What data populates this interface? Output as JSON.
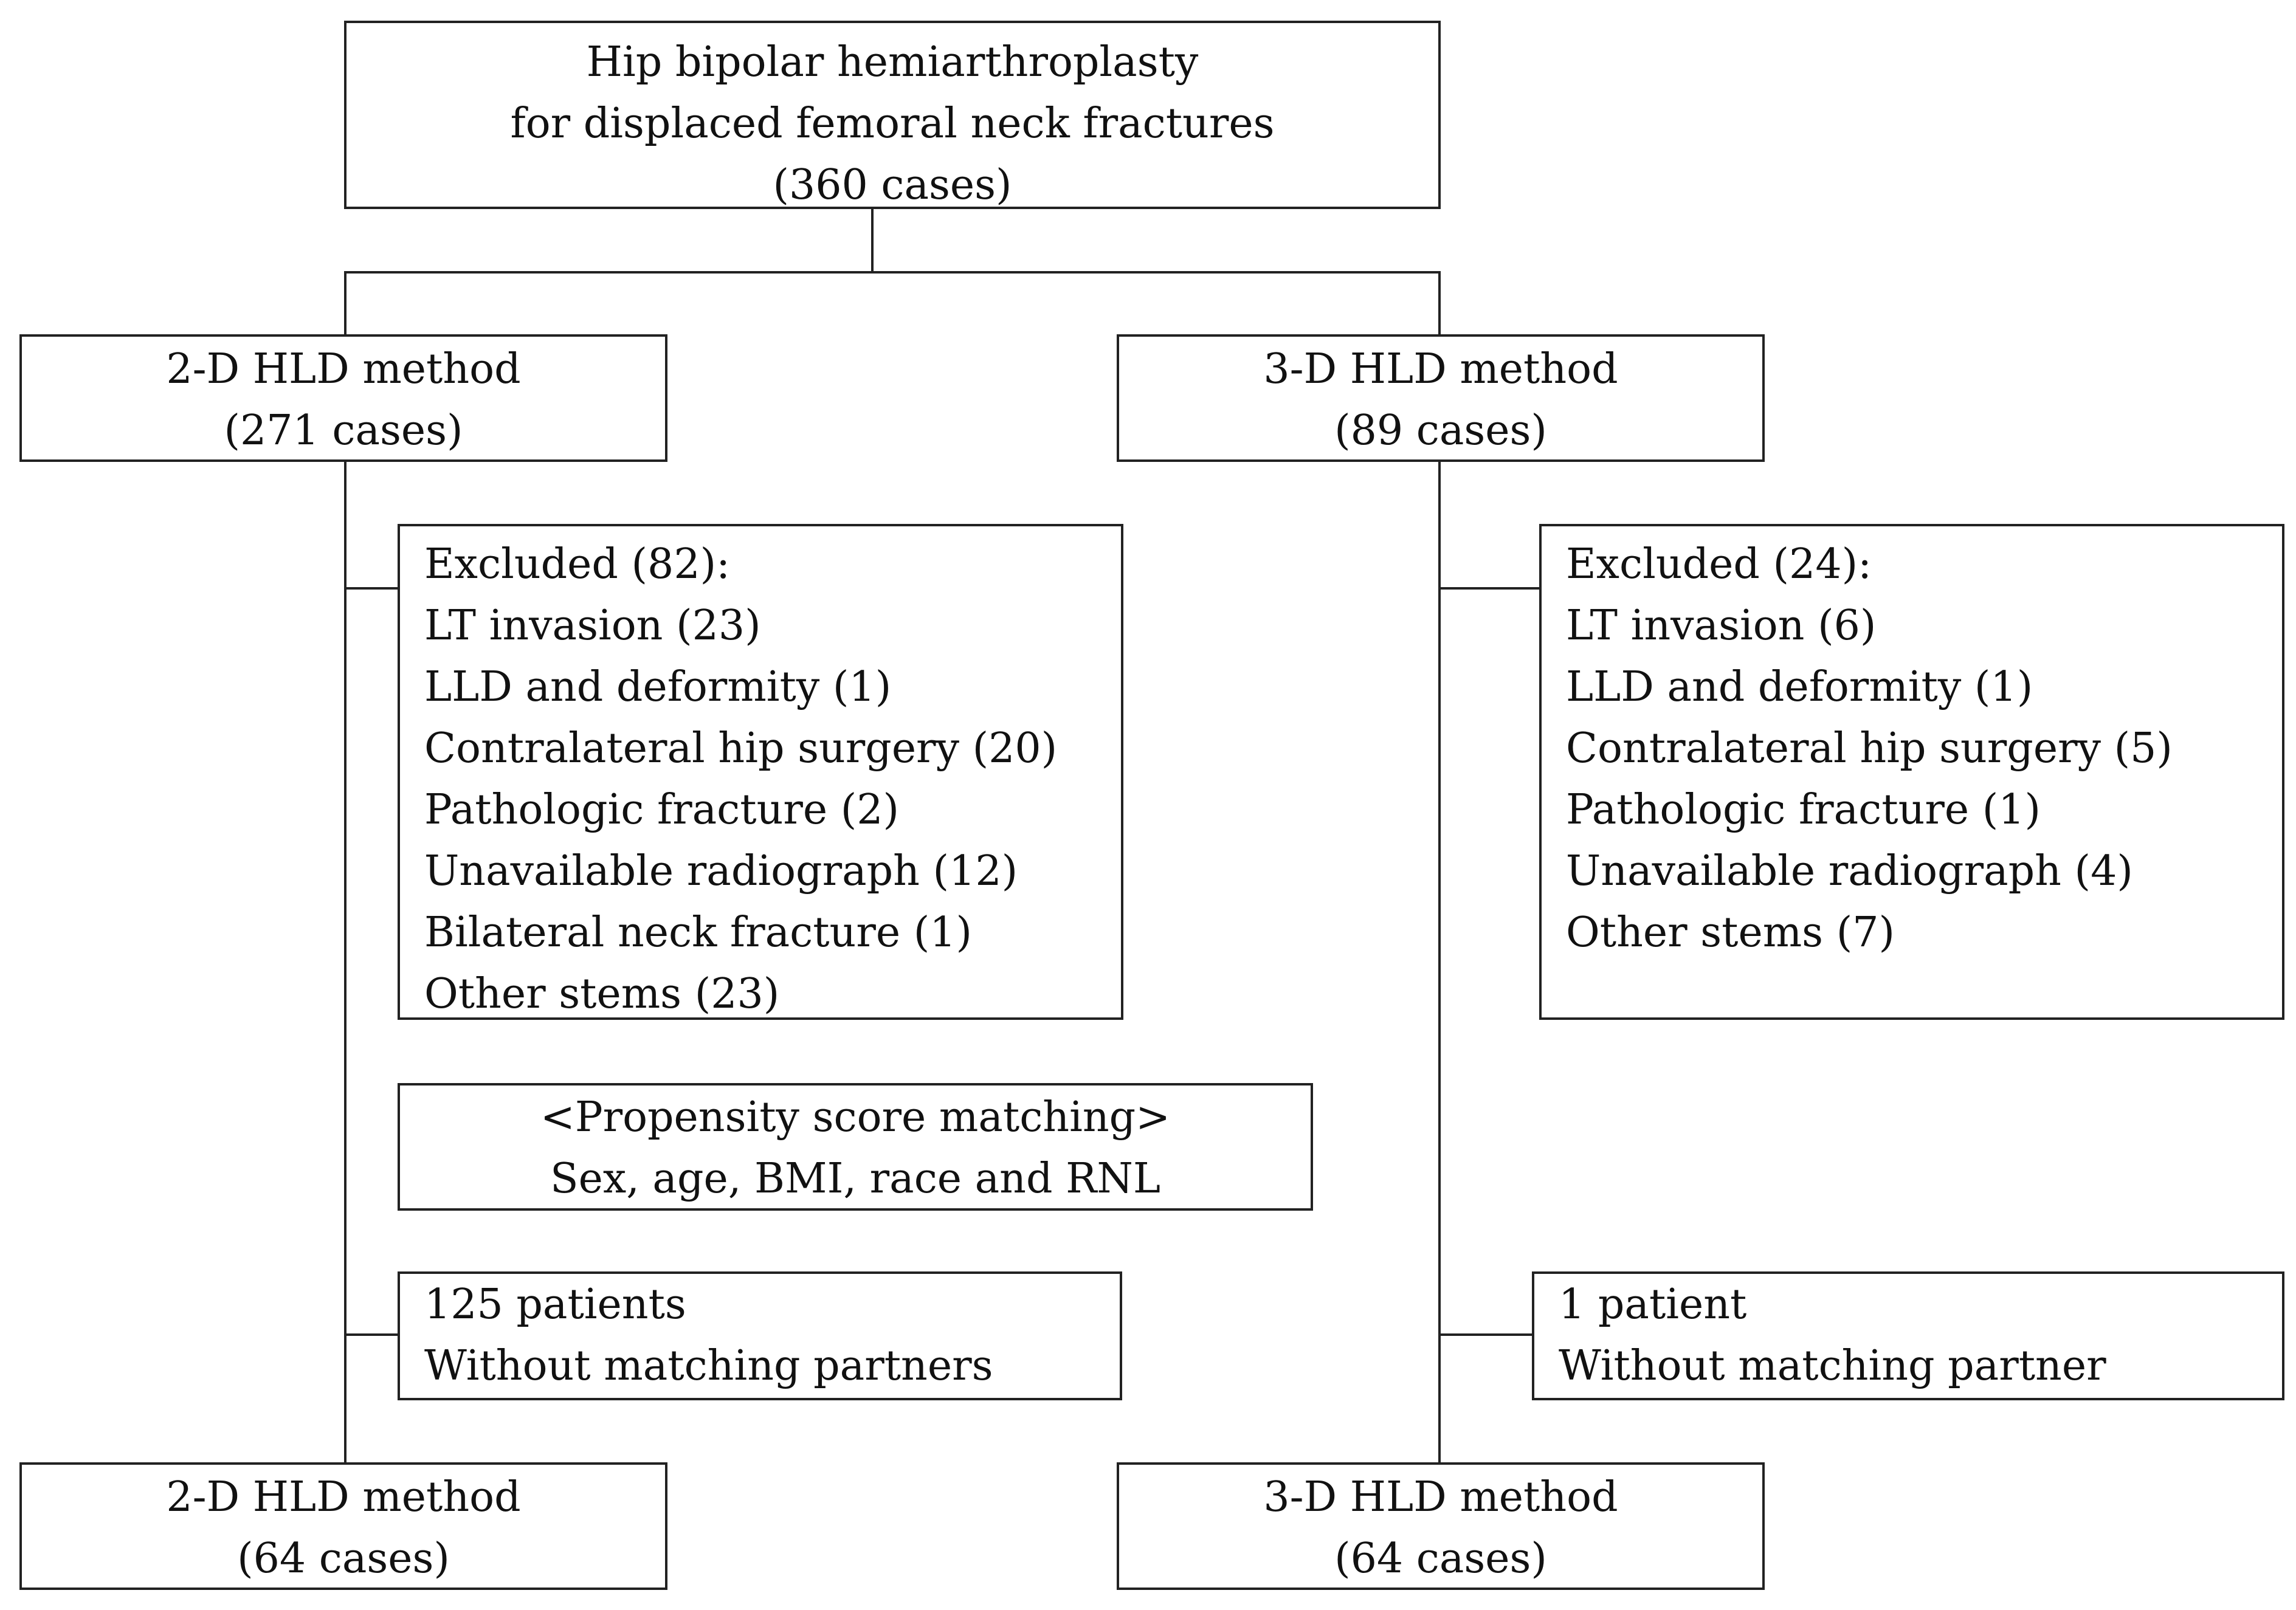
{
  "top": {
    "lines": [
      "Hip bipolar hemiarthroplasty",
      "for displaced femoral neck fractures",
      "(360 cases)"
    ]
  },
  "left_group": {
    "title": "2-D HLD method",
    "count": "(271 cases)"
  },
  "right_group": {
    "title": "3-D HLD method",
    "count": "(89 cases)"
  },
  "left_excluded": {
    "lines": [
      "Excluded (82):",
      "LT invasion (23)",
      "LLD and deformity (1)",
      "Contralateral hip surgery (20)",
      "Pathologic fracture (2)",
      "Unavailable radiograph (12)",
      "Bilateral neck fracture (1)",
      "Other stems (23)"
    ]
  },
  "right_excluded": {
    "lines": [
      "Excluded (24):",
      "LT invasion (6)",
      "LLD and deformity (1)",
      "Contralateral hip surgery (5)",
      "Pathologic fracture (1)",
      "Unavailable radiograph (4)",
      "Other stems (7)"
    ]
  },
  "matching": {
    "lines": [
      "<Propensity score matching>",
      "Sex, age, BMI, race and RNL"
    ]
  },
  "left_unmatched": {
    "lines": [
      "125 patients",
      "Without matching partners"
    ]
  },
  "right_unmatched": {
    "lines": [
      "1 patient",
      "Without matching partner"
    ]
  },
  "left_final": {
    "title": "2-D HLD method",
    "count": "(64 cases)"
  },
  "right_final": {
    "title": "3-D HLD method",
    "count": "(64 cases)"
  }
}
